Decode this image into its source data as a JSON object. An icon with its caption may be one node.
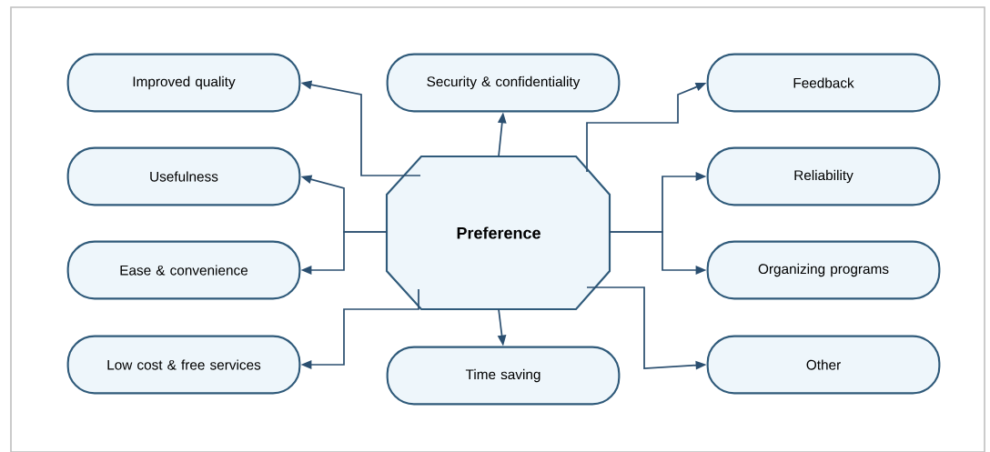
{
  "diagram": {
    "nodes": [
      {
        "text": [
          "Preference"
        ]
      },
      {
        "text": [
          "Improved quality"
        ]
      },
      {
        "text": [
          "Security & confidentiality"
        ]
      },
      {
        "text": [
          "Feedback"
        ]
      },
      {
        "text": [
          "Usefulness"
        ]
      },
      {
        "text": [
          "Reliability"
        ]
      },
      {
        "text": [
          "Ease & convenience"
        ]
      },
      {
        "text": [
          "Organizing programs"
        ]
      },
      {
        "text": [
          "Low cost & free services"
        ]
      },
      {
        "text": [
          "Time saving"
        ]
      },
      {
        "text": [
          "Other"
        ]
      }
    ],
    "edges": [
      {
        "from": 0,
        "to": 1,
        "arrow": "to"
      },
      {
        "from": 0,
        "to": 2,
        "arrow": "to"
      },
      {
        "from": 0,
        "to": 3,
        "arrow": "to"
      },
      {
        "from": 0,
        "to": 4,
        "arrow": "to"
      },
      {
        "from": 0,
        "to": 5,
        "arrow": "to"
      },
      {
        "from": 0,
        "to": 6,
        "arrow": "to"
      },
      {
        "from": 0,
        "to": 7,
        "arrow": "to"
      },
      {
        "from": 0,
        "to": 8,
        "arrow": "to"
      },
      {
        "from": 0,
        "to": 9,
        "arrow": "to"
      },
      {
        "from": 0,
        "to": 10,
        "arrow": "to"
      }
    ]
  }
}
